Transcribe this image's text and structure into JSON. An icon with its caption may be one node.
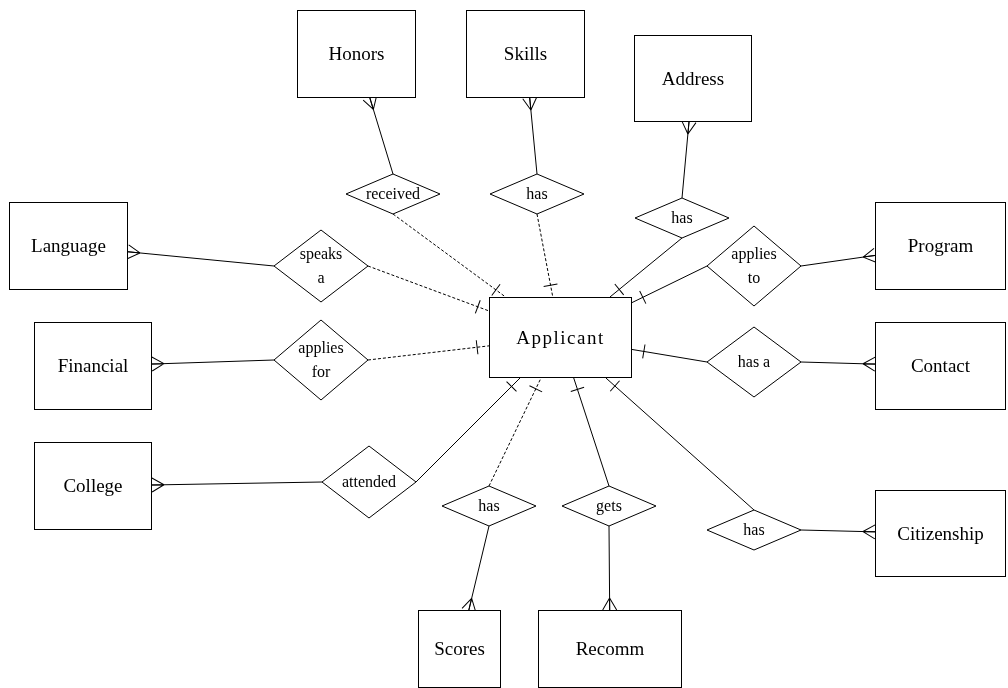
{
  "diagram": {
    "nodes": [
      {
        "text": [
          "Honors"
        ]
      },
      {
        "text": [
          "Skills"
        ]
      },
      {
        "text": [
          "Address"
        ]
      },
      {
        "text": [
          "received"
        ]
      },
      {
        "text": [
          "has"
        ]
      },
      {
        "text": [
          "has"
        ]
      },
      {
        "text": [
          "Language"
        ]
      },
      {
        "text": [
          "speaks a"
        ]
      },
      {
        "text": [
          "applies to"
        ]
      },
      {
        "text": [
          "Program"
        ]
      },
      {
        "text": [
          "Applicant"
        ]
      },
      {
        "text": [
          "Financial"
        ]
      },
      {
        "text": [
          "applies for"
        ]
      },
      {
        "text": [
          "has a"
        ]
      },
      {
        "text": [
          "Contact"
        ]
      },
      {
        "text": [
          "College"
        ]
      },
      {
        "text": [
          "attended"
        ]
      },
      {
        "text": [
          "has"
        ]
      },
      {
        "text": [
          "gets"
        ]
      },
      {
        "text": [
          "has"
        ]
      },
      {
        "text": [
          "Citizenship"
        ]
      },
      {
        "text": [
          "Scores"
        ]
      },
      {
        "text": [
          "Recomm"
        ]
      }
    ],
    "edges": [
      {
        "from": 3,
        "to": 0,
        "arrow": "other"
      },
      {
        "from": 3,
        "to": 10,
        "arrow": "other",
        "style": "dashed"
      },
      {
        "from": 4,
        "to": 1,
        "arrow": "other"
      },
      {
        "from": 4,
        "to": 10,
        "arrow": "other",
        "style": "dashed"
      },
      {
        "from": 5,
        "to": 2,
        "arrow": "other"
      },
      {
        "from": 5,
        "to": 10,
        "arrow": "other"
      },
      {
        "from": 7,
        "to": 6,
        "arrow": "other"
      },
      {
        "from": 7,
        "to": 10,
        "arrow": "other",
        "style": "dashed"
      },
      {
        "from": 8,
        "to": 9,
        "arrow": "other"
      },
      {
        "from": 8,
        "to": 10,
        "arrow": "other"
      },
      {
        "from": 12,
        "to": 11,
        "arrow": "other"
      },
      {
        "from": 12,
        "to": 10,
        "arrow": "other",
        "style": "dashed"
      },
      {
        "from": 13,
        "to": 14,
        "arrow": "other"
      },
      {
        "from": 13,
        "to": 10,
        "arrow": "other"
      },
      {
        "from": 16,
        "to": 15,
        "arrow": "other"
      },
      {
        "from": 16,
        "to": 10,
        "arrow": "other"
      },
      {
        "from": 17,
        "to": 21,
        "arrow": "other"
      },
      {
        "from": 17,
        "to": 10,
        "arrow": "other",
        "style": "dashed"
      },
      {
        "from": 18,
        "to": 22,
        "arrow": "other"
      },
      {
        "from": 18,
        "to": 10,
        "arrow": "other"
      },
      {
        "from": 19,
        "to": 20,
        "arrow": "other"
      },
      {
        "from": 19,
        "to": 10,
        "arrow": "other"
      }
    ]
  }
}
